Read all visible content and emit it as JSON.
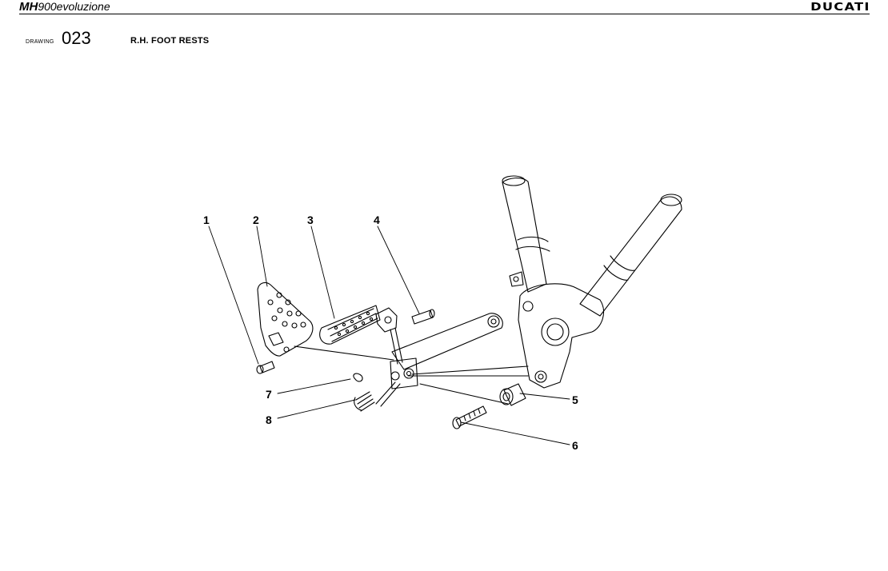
{
  "header": {
    "model_bold": "MH",
    "model_rest": "900evoluzione",
    "brand": "DUCATI"
  },
  "drawing": {
    "label": "DRAWING",
    "number": "023",
    "title": "R.H. FOOT RESTS"
  },
  "callouts": [
    "1",
    "2",
    "3",
    "4",
    "5",
    "6",
    "7",
    "8"
  ]
}
